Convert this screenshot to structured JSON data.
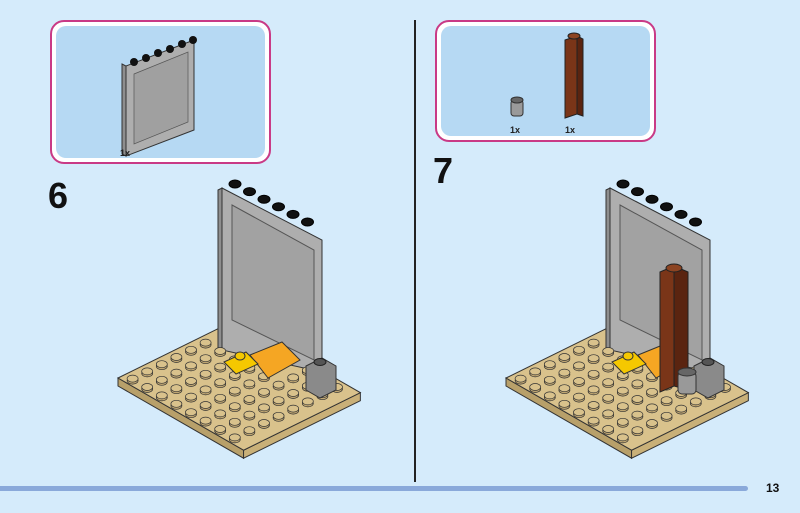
{
  "steps": [
    {
      "number": "6",
      "parts": [
        {
          "name": "grey-panel-1x6x5",
          "qty": "1x"
        }
      ]
    },
    {
      "number": "7",
      "parts": [
        {
          "name": "grey-round-brick-1x1",
          "qty": "1x"
        },
        {
          "name": "brown-brick-1x1x5",
          "qty": "1x"
        }
      ]
    }
  ],
  "page_number": "13",
  "colors": {
    "background": "#d5ebfb",
    "parts_border": "#c93a86",
    "parts_bg": "#b6d9f3",
    "tan": "#d9c28c",
    "grey": "#a9a9a9",
    "brown": "#7a3518",
    "yellow": "#f5c800",
    "orange": "#f5a623"
  }
}
